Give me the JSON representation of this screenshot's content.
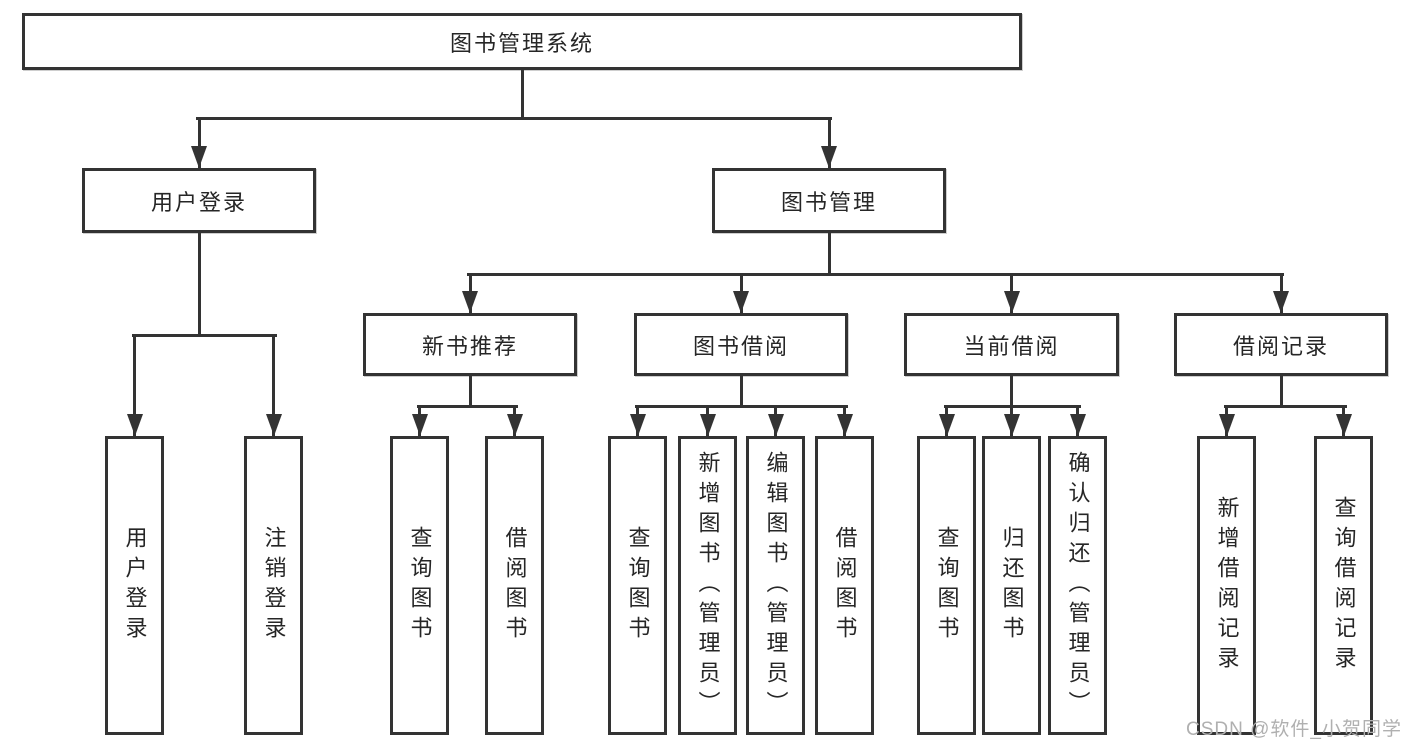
{
  "diagram": {
    "root": "图书管理系统",
    "level1": [
      "用户登录",
      "图书管理"
    ],
    "level2": [
      "新书推荐",
      "图书借阅",
      "当前借阅",
      "借阅记录"
    ],
    "leaves_user_login": [
      "用户登录",
      "注销登录"
    ],
    "leaves_new_book": [
      "查询图书",
      "借阅图书"
    ],
    "leaves_book_borrow": [
      "查询图书",
      "新增图书（管理员）",
      "编辑图书（管理员）",
      "借阅图书"
    ],
    "leaves_current_borrow": [
      "查询图书",
      "归还图书",
      "确认归还（管理员）"
    ],
    "leaves_borrow_record": [
      "新增借阅记录",
      "查询借阅记录"
    ]
  },
  "watermark": "CSDN @软件_小贺同学",
  "colors": {
    "line": "#333333",
    "text": "#262626",
    "watermark": "#b0b0b0",
    "background": "#ffffff"
  }
}
